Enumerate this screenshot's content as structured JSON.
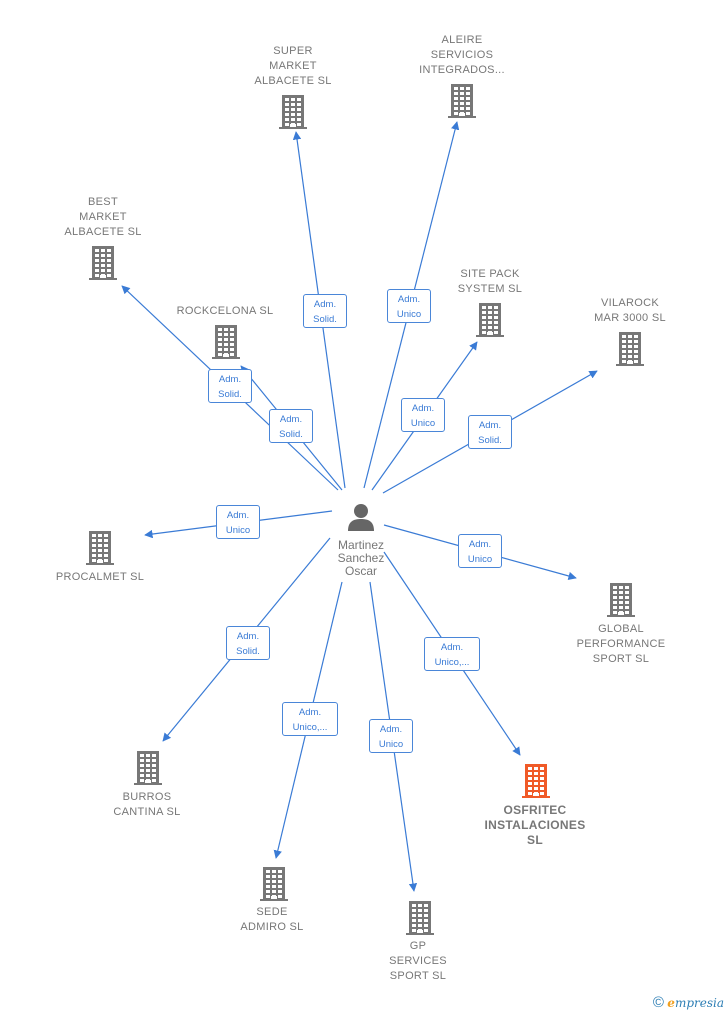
{
  "center": {
    "name": "Martinez\nSanchez\nOscar",
    "icon": "person-icon"
  },
  "nodes": [
    {
      "id": "super-market",
      "label": "SUPER\nMARKET\nALBACETE  SL",
      "icon": "building-icon"
    },
    {
      "id": "aleire",
      "label": "ALEIRE\nSERVICIOS\nINTEGRADOS...",
      "icon": "building-icon"
    },
    {
      "id": "best-market",
      "label": "BEST\nMARKET\nALBACETE  SL",
      "icon": "building-icon"
    },
    {
      "id": "rockcelona",
      "label": "ROCKCELONA SL",
      "icon": "building-icon"
    },
    {
      "id": "site-pack",
      "label": "SITE PACK\nSYSTEM SL",
      "icon": "building-icon"
    },
    {
      "id": "vilarock",
      "label": "VILAROCK\nMAR 3000  SL",
      "icon": "building-icon"
    },
    {
      "id": "procalmet",
      "label": "PROCALMET SL",
      "icon": "building-icon"
    },
    {
      "id": "global-performance",
      "label": "GLOBAL\nPERFORMANCE\nSPORT SL",
      "icon": "building-icon"
    },
    {
      "id": "burros-cantina",
      "label": "BURROS\nCANTINA SL",
      "icon": "building-icon"
    },
    {
      "id": "osfritec",
      "label": "OSFRITEC\nINSTALACIONES\nSL",
      "icon": "building-icon",
      "color": "#f05a28"
    },
    {
      "id": "sede-admiro",
      "label": "SEDE\nADMIRO  SL",
      "icon": "building-icon"
    },
    {
      "id": "gp-services",
      "label": "GP\nSERVICES\nSPORT  SL",
      "icon": "building-icon"
    }
  ],
  "edges": [
    {
      "to": "super-market",
      "label": "Adm.\nSolid."
    },
    {
      "to": "aleire",
      "label": "Adm.\nUnico"
    },
    {
      "to": "best-market",
      "label": "Adm.\nSolid."
    },
    {
      "to": "rockcelona",
      "label": "Adm.\nSolid."
    },
    {
      "to": "site-pack",
      "label": "Adm.\nUnico"
    },
    {
      "to": "vilarock",
      "label": "Adm.\nSolid."
    },
    {
      "to": "procalmet",
      "label": "Adm.\nUnico"
    },
    {
      "to": "global-performance",
      "label": "Adm.\nUnico"
    },
    {
      "to": "burros-cantina",
      "label": "Adm.\nSolid."
    },
    {
      "to": "osfritec",
      "label": "Adm.\nUnico,..."
    },
    {
      "to": "sede-admiro",
      "label": "Adm.\nUnico,..."
    },
    {
      "to": "gp-services",
      "label": "Adm.\nUnico"
    }
  ],
  "colors": {
    "edge": "#3a7bd5",
    "building": "#777777",
    "highlight": "#f05a28",
    "person": "#666666"
  },
  "brand": {
    "copyright": "©",
    "name_first": "e",
    "name_rest": "mpresia"
  }
}
